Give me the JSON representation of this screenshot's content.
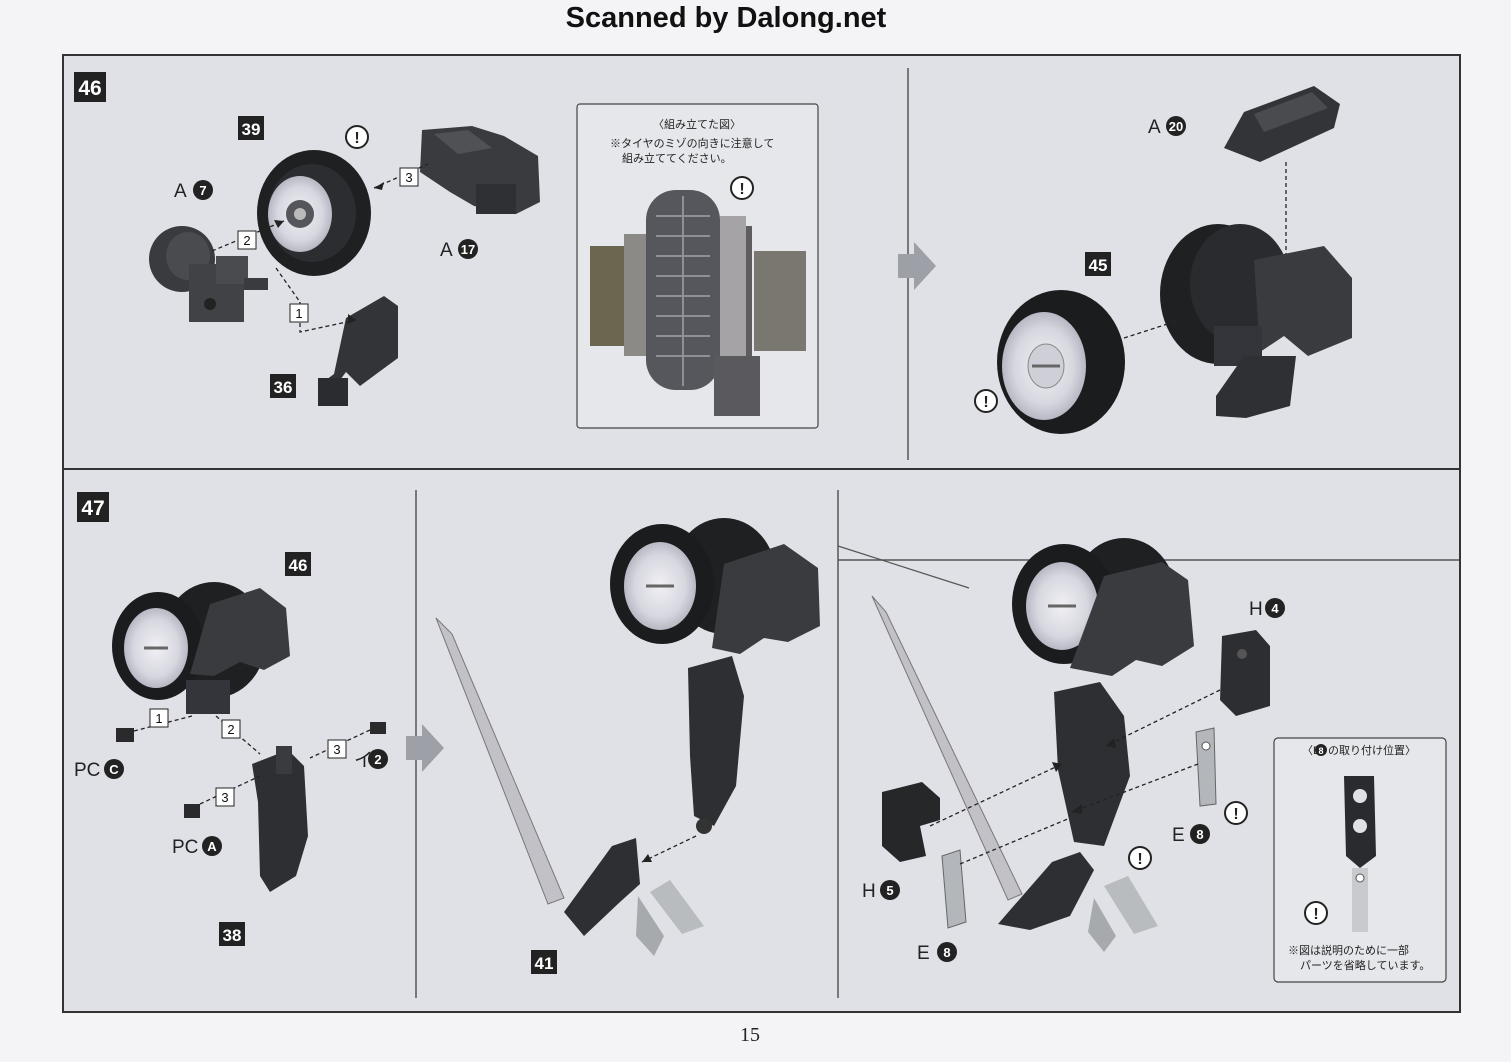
{
  "header": "Scanned by Dalong.net",
  "page_number": "15",
  "steps": [
    {
      "number": "46"
    },
    {
      "number": "47"
    }
  ],
  "assembly_note": {
    "title": "〈組み立てた図〉",
    "line1": "※タイヤのミゾの向きに注意して",
    "line2": "組み立ててください。"
  },
  "attach_note": {
    "title_prefix": "〈E",
    "title_circle": "8",
    "title_suffix": "の取り付け位置〉",
    "line1": "※図は説明のために一部",
    "line2": "パーツを省略しています。"
  },
  "parts": {
    "p39": "39",
    "p36": "36",
    "p45": "45",
    "p46": "46",
    "p38": "38",
    "p41": "41",
    "a7_letter": "A",
    "a7_num": "7",
    "a17_letter": "A",
    "a17_num": "17",
    "a20_letter": "A",
    "a20_num": "20",
    "pcc_letter": "PC",
    "pcc_num": "C",
    "pca_letter": "PC",
    "pca_num": "A",
    "i2_letter": "イ",
    "i2_num": "2",
    "h4_letter": "H",
    "h4_num": "4",
    "h5_letter": "H",
    "h5_num": "5",
    "e8a_letter": "E",
    "e8a_num": "8",
    "e8b_letter": "E",
    "e8b_num": "8"
  },
  "order_marks": {
    "m1": "1",
    "m2": "2",
    "m3": "3"
  },
  "caution": "!"
}
